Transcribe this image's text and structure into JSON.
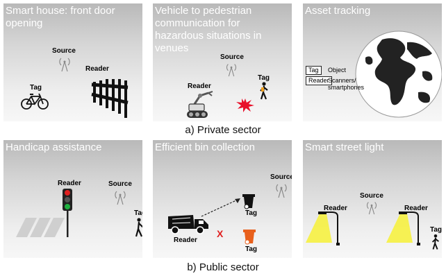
{
  "sections": {
    "private_caption": "a) Private sector",
    "public_caption": "b) Public sector"
  },
  "panels": {
    "smart_house": {
      "title": "Smart house: front door opening",
      "source": "Source",
      "reader": "Reader",
      "tag": "Tag"
    },
    "v2p": {
      "title": "Vehicle to pedestrian communication for hazardous situations in venues",
      "source": "Source",
      "reader": "Reader",
      "tag": "Tag"
    },
    "asset": {
      "title": "Asset tracking",
      "legend_tag_box": "Tag",
      "legend_tag_text": "Object",
      "legend_reader_box": "Reader",
      "legend_reader_text": "Scanners/ smartphones"
    },
    "handicap": {
      "title": "Handicap assistance",
      "reader": "Reader",
      "source": "Source",
      "tag": "Tag"
    },
    "bin": {
      "title": "Efficient bin collection",
      "source": "Source",
      "tag1": "Tag",
      "tag2": "Tag",
      "reader": "Reader",
      "mark": "X"
    },
    "street": {
      "title": "Smart street light",
      "source": "Source",
      "reader1": "Reader",
      "reader2": "Reader",
      "tag": "Tag"
    }
  },
  "colors": {
    "panel_title": "#ffffff",
    "light_beam": "#f5f04a",
    "bin_orange": "#e8601c",
    "cross_red": "#e02020",
    "flash_red": "#e8102a"
  }
}
